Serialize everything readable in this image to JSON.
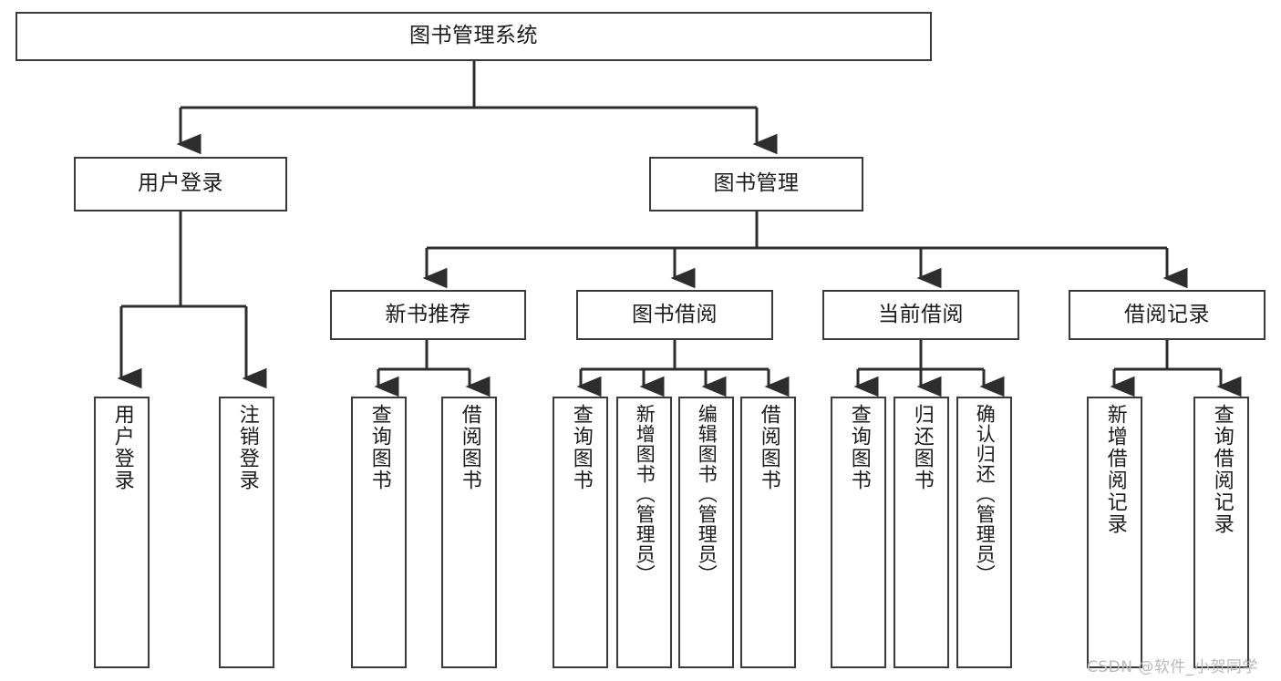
{
  "diagram": {
    "type": "tree-hierarchy",
    "title": "图书管理系统",
    "accent_color": "#3a3a3a",
    "background_color": "#ffffff",
    "text_color": "#1b1b1b"
  },
  "nodes": {
    "root": {
      "label": "图书管理系统"
    },
    "level2": [
      {
        "label": "用户登录"
      },
      {
        "label": "图书管理"
      }
    ],
    "level3": [
      {
        "label": "新书推荐"
      },
      {
        "label": "图书借阅"
      },
      {
        "label": "当前借阅"
      },
      {
        "label": "借阅记录"
      }
    ],
    "leaves": [
      {
        "label": "用户登录",
        "parent": "用户登录"
      },
      {
        "label": "注销登录",
        "parent": "用户登录"
      },
      {
        "label": "查询图书",
        "parent": "新书推荐"
      },
      {
        "label": "借阅图书",
        "parent": "新书推荐"
      },
      {
        "label": "查询图书",
        "parent": "图书借阅"
      },
      {
        "label": "新增图书（管理员）",
        "parent": "图书借阅"
      },
      {
        "label": "编辑图书（管理员）",
        "parent": "图书借阅"
      },
      {
        "label": "借阅图书",
        "parent": "图书借阅"
      },
      {
        "label": "查询图书",
        "parent": "当前借阅"
      },
      {
        "label": "归还图书",
        "parent": "当前借阅"
      },
      {
        "label": "确认归还（管理员）",
        "parent": "当前借阅"
      },
      {
        "label": "新增借阅记录",
        "parent": "借阅记录"
      },
      {
        "label": "查询借阅记录",
        "parent": "借阅记录"
      }
    ]
  },
  "watermark": {
    "text": "CSDN @软件_小贺同学",
    "color": "#b9b9b9"
  }
}
